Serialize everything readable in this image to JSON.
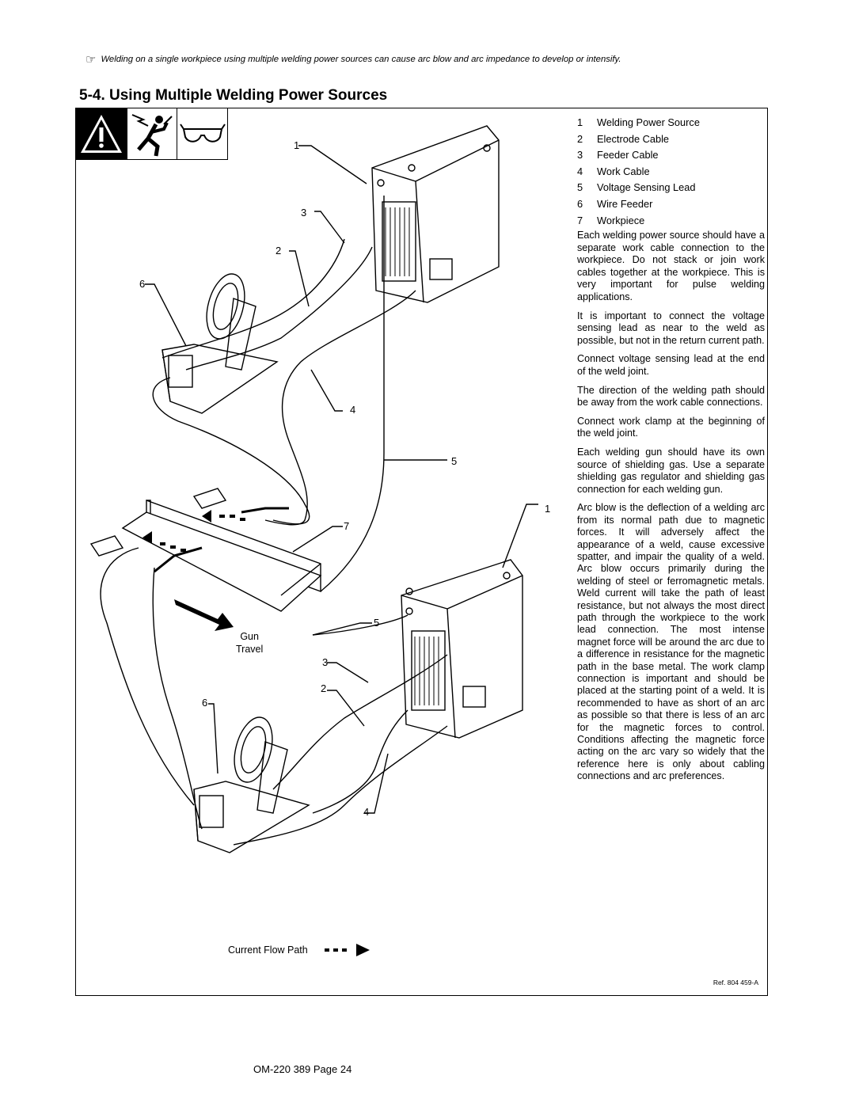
{
  "note": {
    "icon": "pointing-hand-icon",
    "text": "Welding on a single workpiece using multiple welding power sources can cause arc blow and arc impedance to develop or intensify."
  },
  "heading": "5-4.   Using Multiple Welding Power Sources",
  "safety_icons": [
    "warning-triangle-icon",
    "electric-shock-icon",
    "safety-glasses-icon"
  ],
  "legend": [
    {
      "num": "1",
      "label": "Welding Power Source"
    },
    {
      "num": "2",
      "label": "Electrode Cable"
    },
    {
      "num": "3",
      "label": "Feeder Cable"
    },
    {
      "num": "4",
      "label": "Work Cable"
    },
    {
      "num": "5",
      "label": "Voltage Sensing Lead"
    },
    {
      "num": "6",
      "label": "Wire Feeder"
    },
    {
      "num": "7",
      "label": "Workpiece"
    }
  ],
  "paragraphs": [
    "Each welding power source should have a separate work cable connection to the workpiece. Do not stack or join work cables together at the workpiece. This is very important for pulse welding applications.",
    "It is important to connect the voltage sensing lead as near to the weld as possible, but not in the return current path.",
    "Connect voltage sensing lead at the end of the weld joint.",
    "The direction of the welding path should be away from the work cable connections.",
    "Connect work clamp at the beginning of the weld joint.",
    "Each welding gun should have its own source of shielding gas. Use a separate shielding gas regulator and shielding gas connection for each welding gun.",
    "Arc blow is the deflection of a welding arc from its normal path due to magnetic forces. It will adversely affect the appearance of a weld, cause excessive spatter, and impair the quality of a weld. Arc blow occurs primarily during the welding of steel or ferromagnetic metals. Weld current will take the path of least resistance, but not always the most direct path through the workpiece to the work lead connection. The most intense magnet force will be around the arc due to a difference in resistance for the magnetic path in the base metal. The work clamp connection is important and should be placed at the starting point of a weld. It is recommended to have as short of an arc as possible so that there is less of an arc for the magnetic forces to control. Conditions affecting the magnetic force acting on the arc vary so widely that the reference here is only about cabling connections and arc preferences."
  ],
  "diagram": {
    "callouts_top": [
      "1",
      "3",
      "2",
      "6",
      "4",
      "5"
    ],
    "callouts_bottom": [
      "1",
      "7",
      "5",
      "3",
      "2",
      "6",
      "4"
    ],
    "gun_label": "Gun",
    "travel_label": "Travel",
    "current_flow_label": "Current Flow Path"
  },
  "ref": "Ref. 804 459-A",
  "footer": "OM-220 389 Page 24"
}
